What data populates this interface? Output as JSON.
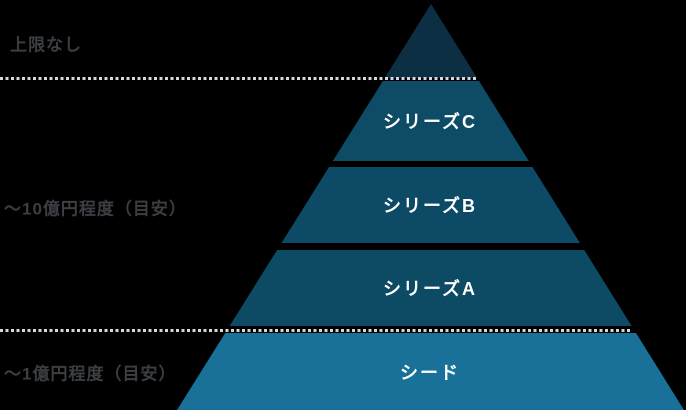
{
  "background": "#000000",
  "left_label_color": "#3b3e42",
  "dotted_line_color": "#d8d8d8",
  "left_labels": [
    {
      "text": "上限なし"
    },
    {
      "text": "～10億円程度（目安）"
    },
    {
      "text": "～1億円程度（目安）"
    }
  ],
  "pyramid": {
    "text_color": "#ffffff",
    "levels": [
      {
        "label": "",
        "color": "#0d2f43"
      },
      {
        "label": "シリーズC",
        "color": "#0d4b66"
      },
      {
        "label": "シリーズB",
        "color": "#0d4a66"
      },
      {
        "label": "シリーズA",
        "color": "#0d4a63"
      },
      {
        "label": "シード",
        "color": "#19719a"
      }
    ]
  }
}
